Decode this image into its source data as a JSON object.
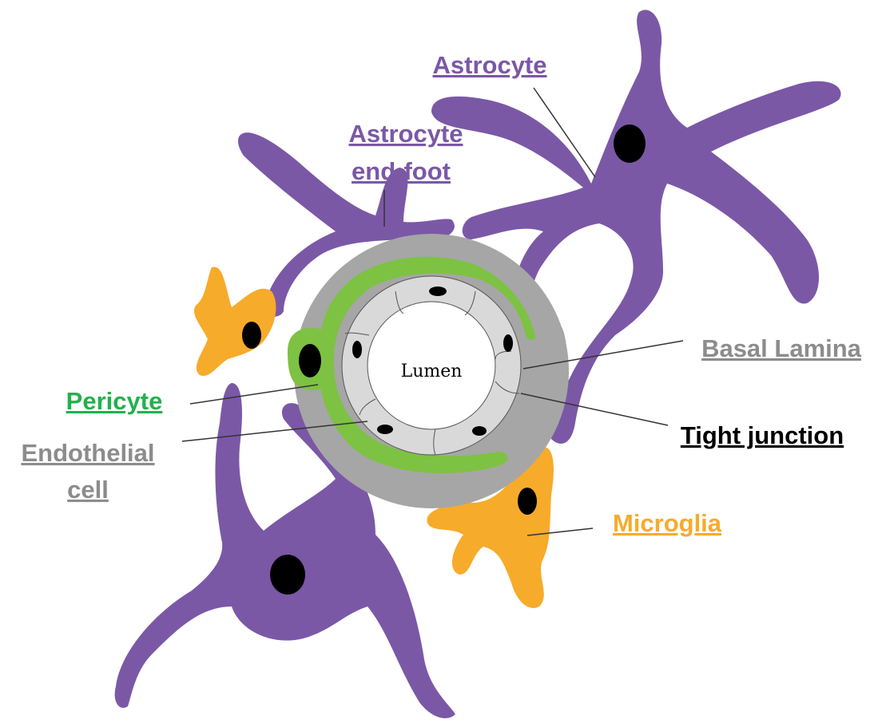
{
  "labels": {
    "astrocyte": "Astrocyte",
    "astrocyte_endfoot_line1": "Astrocyte",
    "astrocyte_endfoot_line2": "end-foot",
    "basal_lamina": "Basal Lamina",
    "tight_junction": "Tight junction",
    "pericyte": "Pericyte",
    "endothelial_line1": "Endothelial",
    "endothelial_line2": "cell",
    "microglia": "Microglia",
    "lumen": "Lumen"
  },
  "colors": {
    "astrocyte": "#7b58a6",
    "pericyte": "#7dc242",
    "pericyte_label": "#22b14c",
    "microglia": "#f7ab2a",
    "basal_lamina": "#a6a6a6",
    "basal_lamina_label": "#8c8c8c",
    "endothelial": "#d9d9d9",
    "nucleus": "#000000",
    "tight_junction_label": "#000000"
  }
}
